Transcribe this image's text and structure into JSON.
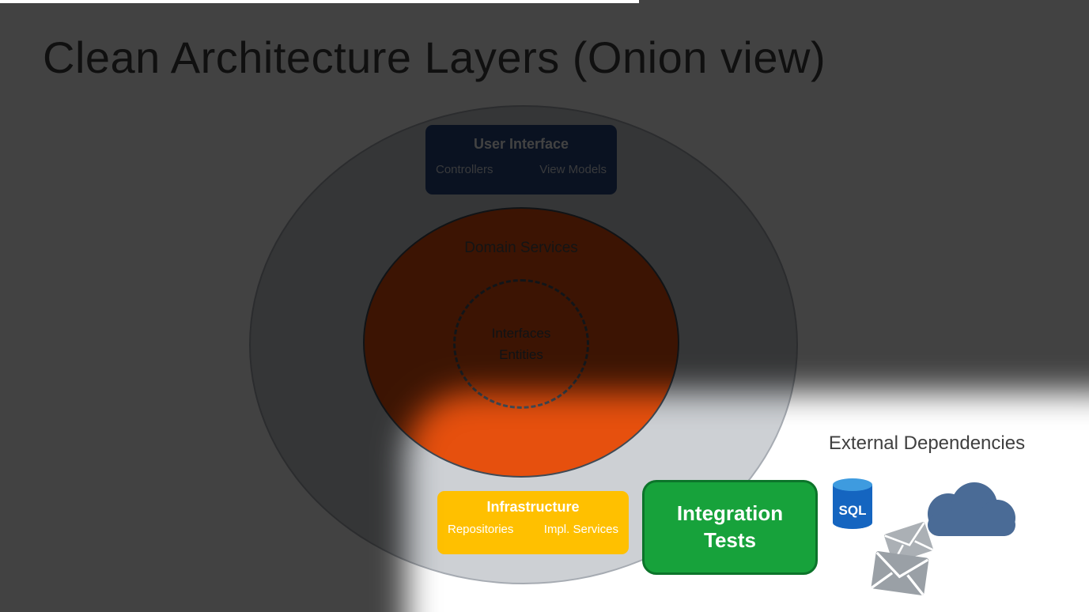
{
  "slide": {
    "title": "Clean Architecture Layers (Onion view)"
  },
  "onion": {
    "user_interface": {
      "title": "User Interface",
      "items": [
        "Controllers",
        "View Models"
      ]
    },
    "domain_services": {
      "label": "Domain Services"
    },
    "core": {
      "labels": [
        "Interfaces",
        "Entities"
      ]
    }
  },
  "infrastructure": {
    "title": "Infrastructure",
    "items": [
      "Repositories",
      "Impl. Services"
    ]
  },
  "integration_tests": {
    "label": "Integration Tests"
  },
  "external_dependencies": {
    "title": "External Dependencies",
    "sql_label": "SQL"
  },
  "colors": {
    "domain_orange": "#E6500E",
    "infrastructure_gold": "#FFC000",
    "tests_green": "#17A23B",
    "tests_green_border": "#0C742A",
    "ui_navy": "#27477F",
    "sql_blue": "#1565C0",
    "sql_blue_light": "#3E9BDF",
    "cloud_blue": "#4A6B96",
    "envelope_gray": "#9AA0A6",
    "outer_gray": "#CDD0D4",
    "title_gray": "#3F3F3F"
  }
}
